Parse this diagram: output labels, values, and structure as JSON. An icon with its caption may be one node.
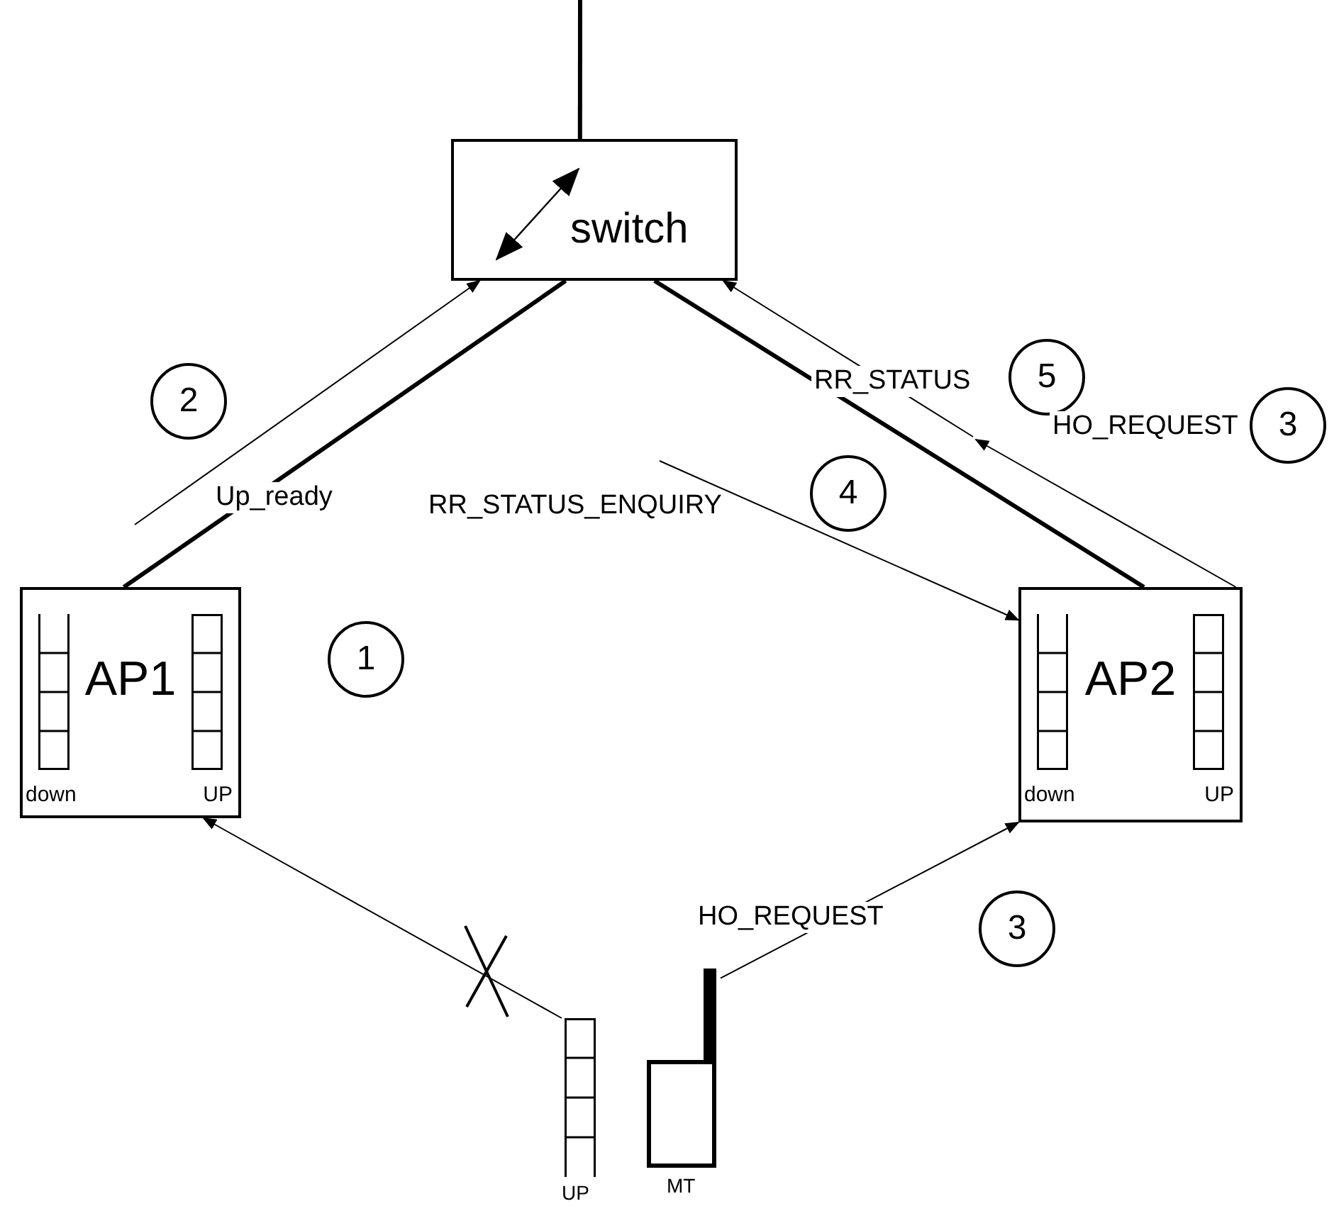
{
  "diagram": {
    "nodes": [
      {
        "text": [
          "switch"
        ]
      },
      {
        "text": [
          "2"
        ]
      },
      {
        "text": [
          "5"
        ]
      },
      {
        "text": [
          "3"
        ]
      },
      {
        "text": [
          "4"
        ]
      },
      {
        "text": [
          "AP1",
          "down",
          "UP"
        ]
      },
      {
        "text": [
          "AP2",
          "down",
          "UP"
        ]
      },
      {
        "text": [
          "1"
        ]
      },
      {
        "text": [
          "3"
        ]
      },
      {
        "text": [
          "UP"
        ]
      },
      {
        "text": [
          "MT"
        ]
      }
    ],
    "edges": [
      {
        "from": 0,
        "to": null,
        "arrow": "none",
        "style": "thick"
      },
      {
        "from": 0,
        "to": 5,
        "arrow": "none",
        "style": "thick"
      },
      {
        "from": 0,
        "to": 6,
        "arrow": "none",
        "style": "thick"
      },
      {
        "from": null,
        "to": 0,
        "arrow": "to",
        "label": "Up_ready"
      },
      {
        "from": null,
        "to": 0,
        "arrow": "to",
        "label": "RR_STATUS"
      },
      {
        "from": 6,
        "to": null,
        "arrow": "to",
        "label": "HO_REQUEST"
      },
      {
        "from": null,
        "to": 6,
        "arrow": "to",
        "label": "RR_STATUS_ENQUIRY"
      },
      {
        "from": 9,
        "to": 5,
        "arrow": "to"
      },
      {
        "from": 10,
        "to": 6,
        "arrow": "to",
        "label": "HO_REQUEST"
      }
    ]
  }
}
